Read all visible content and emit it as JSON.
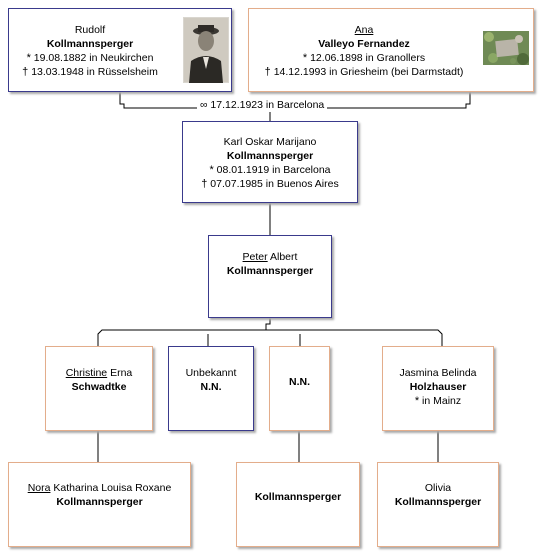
{
  "father": {
    "given": "Rudolf",
    "surname": "Kollmannsperger",
    "birth_symbol": "*",
    "birth": "19.08.1882 in Neukirchen",
    "death_symbol": "†",
    "death": "13.03.1948 in Rüsselsheim"
  },
  "mother": {
    "given": "Ana",
    "surname": "Valleyo Fernandez",
    "birth_symbol": "*",
    "birth": "12.06.1898 in Granollers",
    "death_symbol": "†",
    "death": "14.12.1993 in Griesheim (bei Darmstadt)"
  },
  "marriage": {
    "symbol": "∞",
    "text": "17.12.1923 in Barcelona"
  },
  "child": {
    "given": "Karl Oskar Marijano",
    "surname": "Kollmannsperger",
    "birth_symbol": "*",
    "birth": "08.01.1919 in Barcelona",
    "death_symbol": "†",
    "death": "07.07.1985 in Buenos Aires"
  },
  "grandchild": {
    "given_underlined": "Peter",
    "given_rest": "Albert",
    "surname": "Kollmannsperger"
  },
  "partners": {
    "christine": {
      "given_underlined": "Christine",
      "given_rest": "Erna",
      "surname": "Schwadtke"
    },
    "unbekannt": {
      "given": "Unbekannt",
      "surname": "N.N."
    },
    "nn": {
      "surname": "N.N."
    },
    "jasmina": {
      "given": "Jasmina Belinda",
      "surname": "Holzhauser",
      "birth_symbol": "*",
      "birth": "in Mainz"
    }
  },
  "children": {
    "nora": {
      "given_underlined": "Nora",
      "given_rest": "Katharina Louisa Roxane",
      "surname": "Kollmannsperger"
    },
    "middle": {
      "surname": "Kollmannsperger"
    },
    "olivia": {
      "given": "Olivia",
      "surname": "Kollmannsperger"
    }
  }
}
